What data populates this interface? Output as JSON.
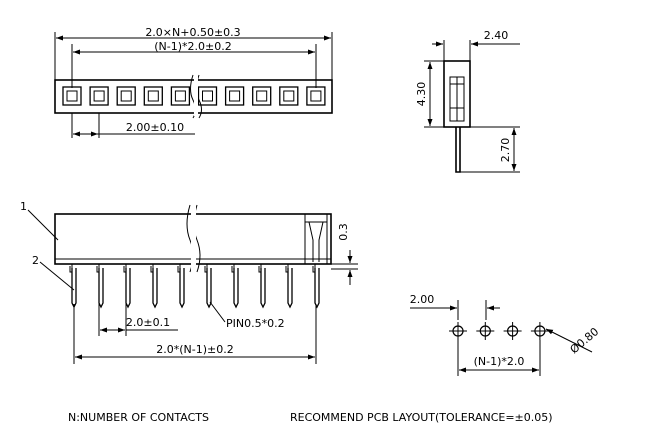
{
  "top_view": {
    "overall_dim": "2.0×N+0.50±0.3",
    "span_dim": "(N-1)*2.0±0.2",
    "pitch_dim": "2.00±0.10"
  },
  "side_view": {
    "width_dim": "2.40",
    "height_dim": "4.30",
    "pin_dim": "2.70"
  },
  "front_view": {
    "callout_1": "1",
    "callout_2": "2",
    "height_dim": "0.3",
    "pitch_dim": "2.0±0.1",
    "pin_label": "PIN0.5*0.2",
    "span_dim": "2.0*(N-1)±0.2"
  },
  "pcb_layout": {
    "pitch_dim": "2.00",
    "hole_dim": "Ø0.80",
    "span_dim": "(N-1)*2.0"
  },
  "notes": {
    "contacts_note": "N:NUMBER OF CONTACTS",
    "layout_note": "RECOMMEND PCB LAYOUT(TOLERANCE=±0.05)"
  }
}
